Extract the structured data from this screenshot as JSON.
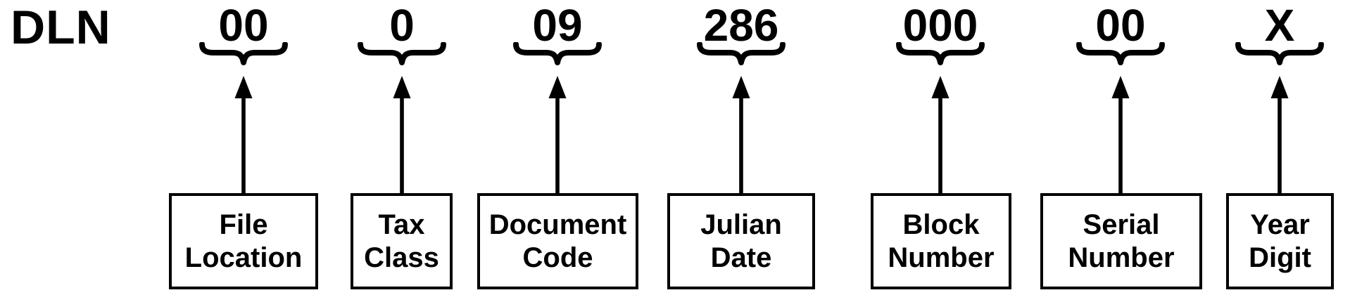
{
  "title": "DLN",
  "colors": {
    "ink": "#000000",
    "background": "#ffffff"
  },
  "diagram": {
    "type": "labeled-structure",
    "description_visible_text_only": "DLN code segments with braces and arrows to meaning boxes"
  },
  "segments": [
    {
      "value": "00",
      "label_line1": "File",
      "label_line2": "Location"
    },
    {
      "value": "0",
      "label_line1": "Tax",
      "label_line2": "Class"
    },
    {
      "value": "09",
      "label_line1": "Document",
      "label_line2": "Code"
    },
    {
      "value": "286",
      "label_line1": "Julian",
      "label_line2": "Date"
    },
    {
      "value": "000",
      "label_line1": "Block",
      "label_line2": "Number"
    },
    {
      "value": "00",
      "label_line1": "Serial",
      "label_line2": "Number"
    },
    {
      "value": "X",
      "label_line1": "Year",
      "label_line2": "Digit"
    }
  ]
}
